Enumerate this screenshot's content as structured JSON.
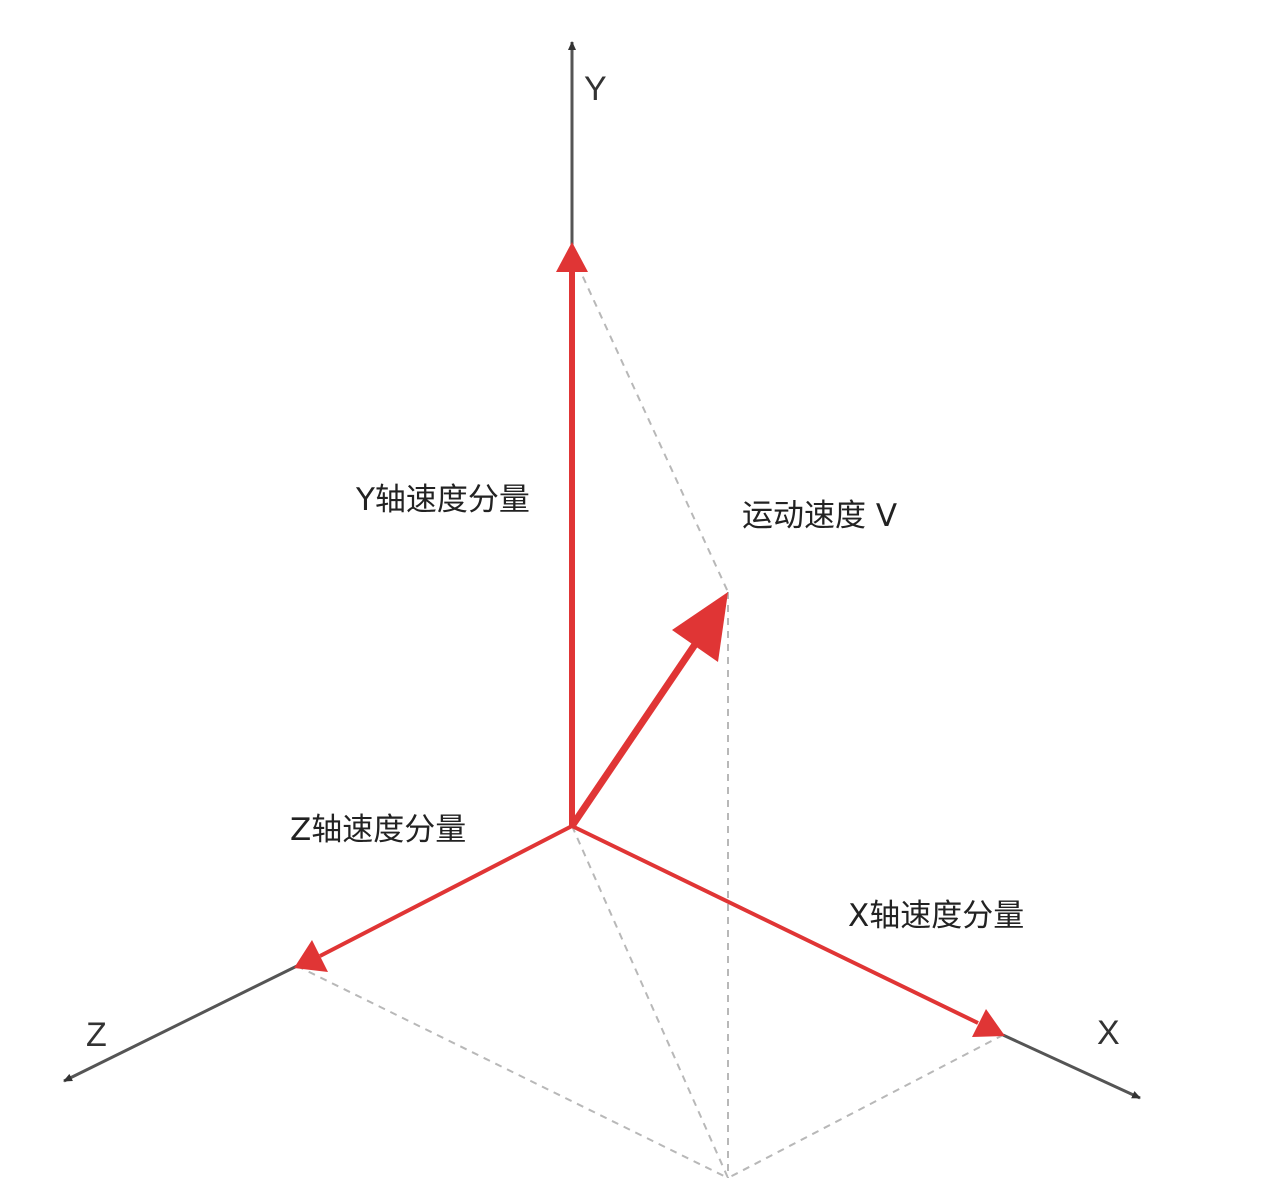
{
  "axes": {
    "x": "X",
    "y": "Y",
    "z": "Z"
  },
  "labels": {
    "velocity": "运动速度 V",
    "y_component": "Y轴速度分量",
    "z_component": "Z轴速度分量",
    "x_component": "X轴速度分量"
  },
  "colors": {
    "vector": "#e03535",
    "axis": "#555555",
    "guide": "#b8b8b8"
  }
}
